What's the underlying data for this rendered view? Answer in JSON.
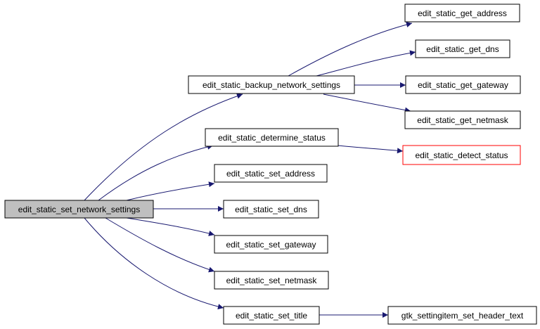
{
  "nodes": {
    "root": "edit_static_set_network_settings",
    "backup": "edit_static_backup_network_settings",
    "determine": "edit_static_determine_status",
    "set_address": "edit_static_set_address",
    "set_dns": "edit_static_set_dns",
    "set_gateway": "edit_static_set_gateway",
    "set_netmask": "edit_static_set_netmask",
    "set_title": "edit_static_set_title",
    "get_address": "edit_static_get_address",
    "get_dns": "edit_static_get_dns",
    "get_gateway": "edit_static_get_gateway",
    "get_netmask": "edit_static_get_netmask",
    "detect_status": "edit_static_detect_status",
    "header_text": "gtk_settingitem_set_header_text"
  },
  "colors": {
    "edge": "#191970",
    "node_border": "#000000",
    "node_fill": "#ffffff",
    "root_fill": "#bfbfbf",
    "missing_border": "#ff0000"
  }
}
